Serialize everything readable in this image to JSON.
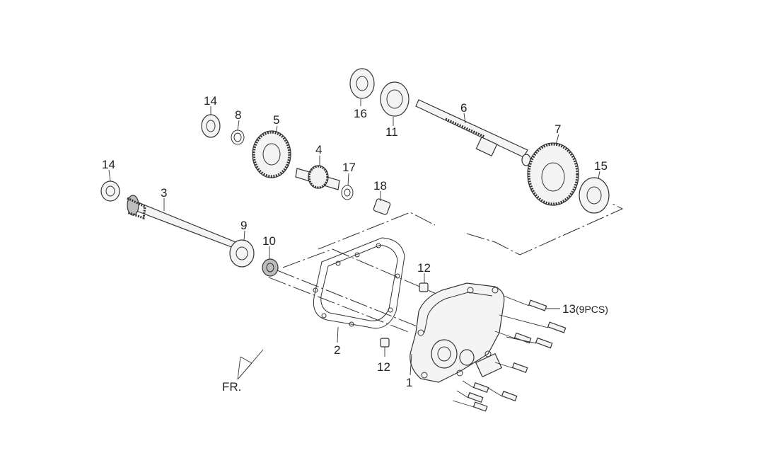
{
  "callouts": {
    "p1": "1",
    "p2": "2",
    "p3": "3",
    "p4": "4",
    "p5": "5",
    "p6": "6",
    "p7": "7",
    "p8": "8",
    "p9": "9",
    "p10": "10",
    "p11": "11",
    "p12a": "12",
    "p12b": "12",
    "p13": "13",
    "p13_qty": "(9PCS)",
    "p14a": "14",
    "p14b": "14",
    "p15": "15",
    "p16": "16",
    "p17": "17",
    "p18": "18"
  },
  "front_indicator": "FR."
}
